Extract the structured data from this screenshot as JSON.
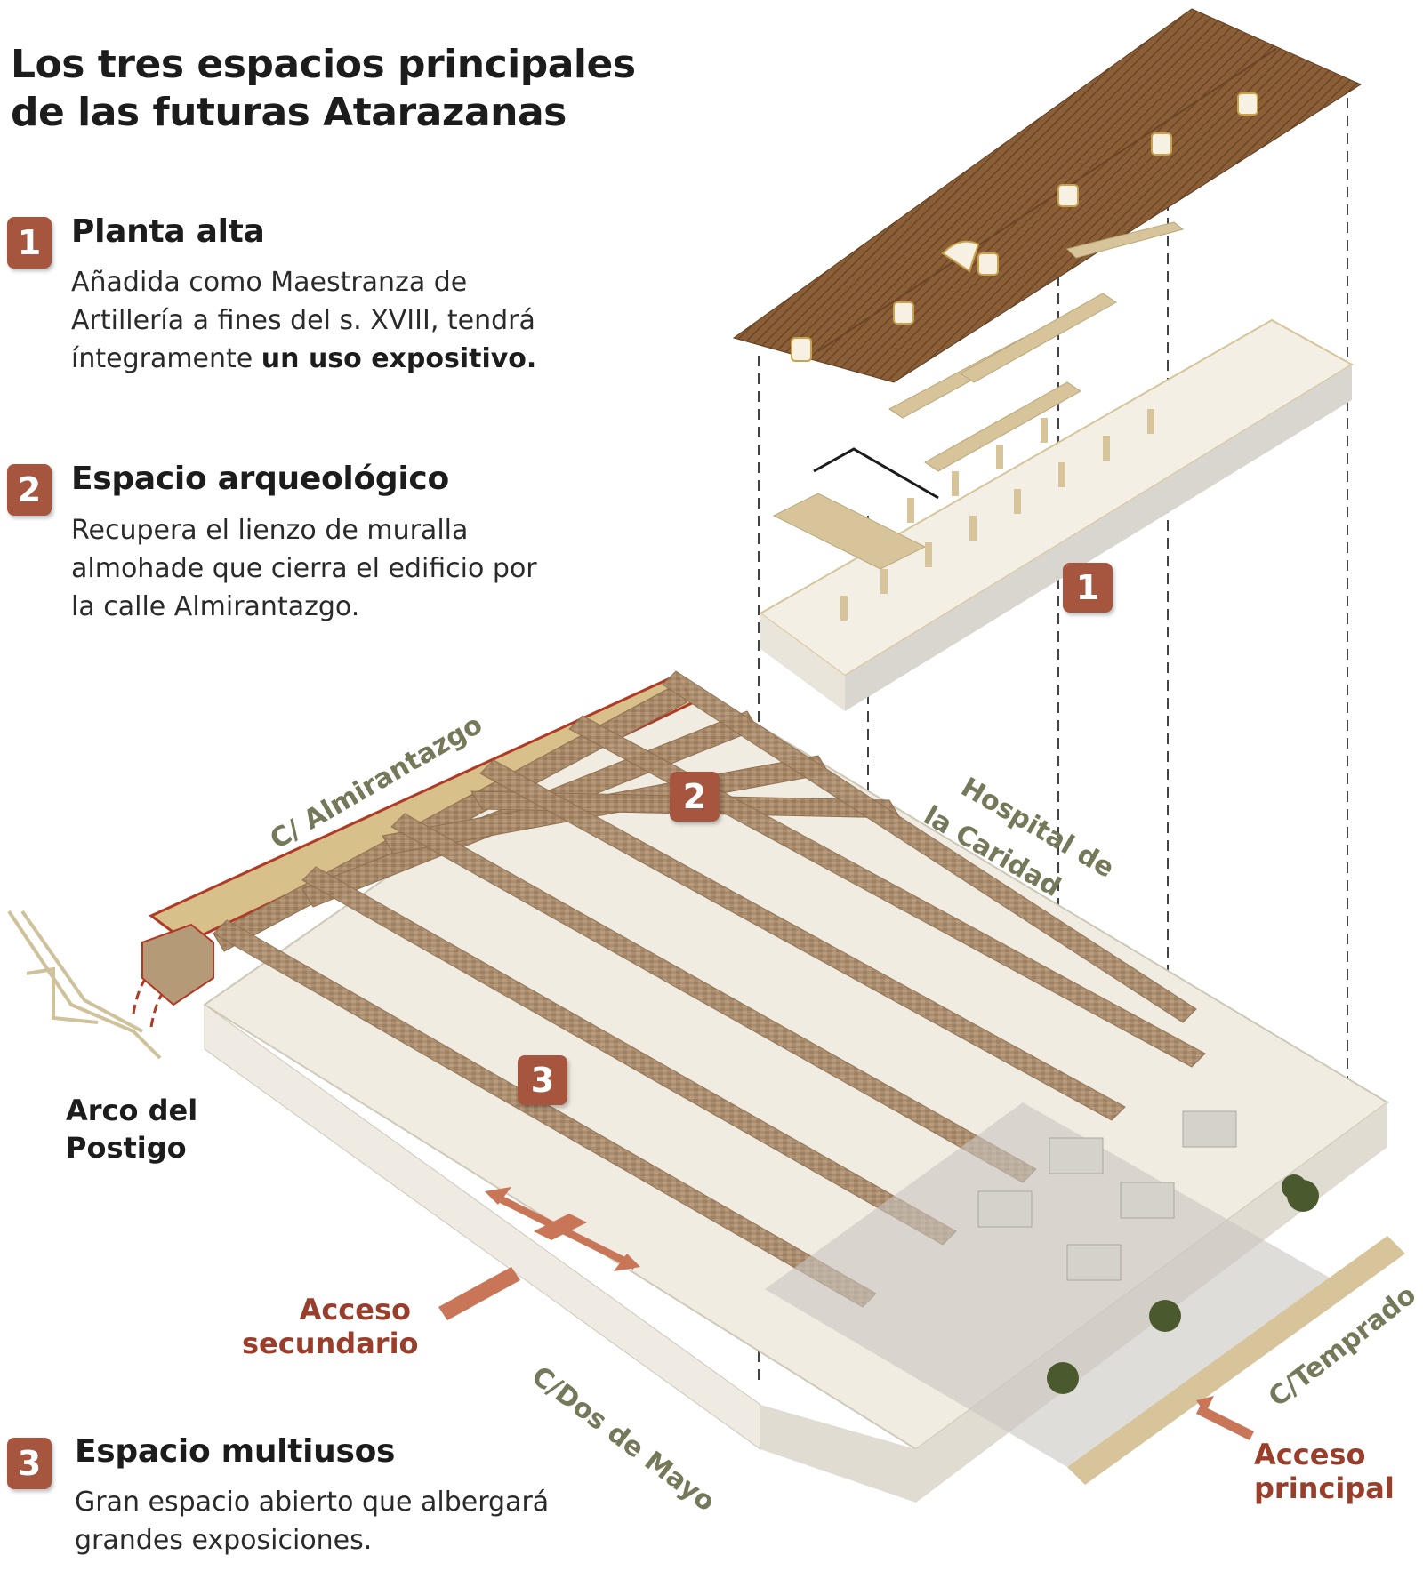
{
  "header": {
    "title_line1": "Los tres espacios principales",
    "title_line2": "de las futuras Atarazanas"
  },
  "sections": [
    {
      "number": "1",
      "title": "Planta alta",
      "body_plain": "Añadida como Maestranza de Artillería a fines del s. XVIII, tendrá íntegramente ",
      "body_line1": "Añadida como Maestranza de",
      "body_line2": "Artillería a fines del s. XVIII, tendrá",
      "body_line3_plain": "íntegramente ",
      "body_line3_bold": "un uso expositivo."
    },
    {
      "number": "2",
      "title": "Espacio arqueológico",
      "body_line1": "Recupera el lienzo de muralla",
      "body_line2": "almohade que cierra el edificio por",
      "body_line3": "la calle Almirantazgo."
    },
    {
      "number": "3",
      "title": "Espacio multiusos",
      "body_line1": "Gran espacio abierto que albergará",
      "body_line2": "grandes exposiciones."
    }
  ],
  "diagram": {
    "markers": [
      "1",
      "2",
      "3"
    ],
    "streets": {
      "almirantazgo": "C/ Almirantazgo",
      "hospital_line1": "Hospital de",
      "hospital_line2": "la Caridad",
      "dos_de_mayo": "C/Dos de Mayo",
      "temprado": "C/Temprado"
    },
    "landmark": {
      "line1": "Arco del",
      "line2": "Postigo"
    },
    "access": {
      "secondary_line1": "Acceso",
      "secondary_line2": "secundario",
      "main_line1": "Acceso",
      "main_line2": "principal"
    },
    "colors": {
      "badge": "#a6553f",
      "access_text": "#9a3e2c",
      "access_arrow": "#c87558",
      "street_text": "#75795a",
      "roof": "#8a5e36",
      "wall": "#d7c49a",
      "brick": "#a88a6a",
      "floor": "#f4efe4",
      "archaeological_outline": "#b03a26"
    }
  }
}
